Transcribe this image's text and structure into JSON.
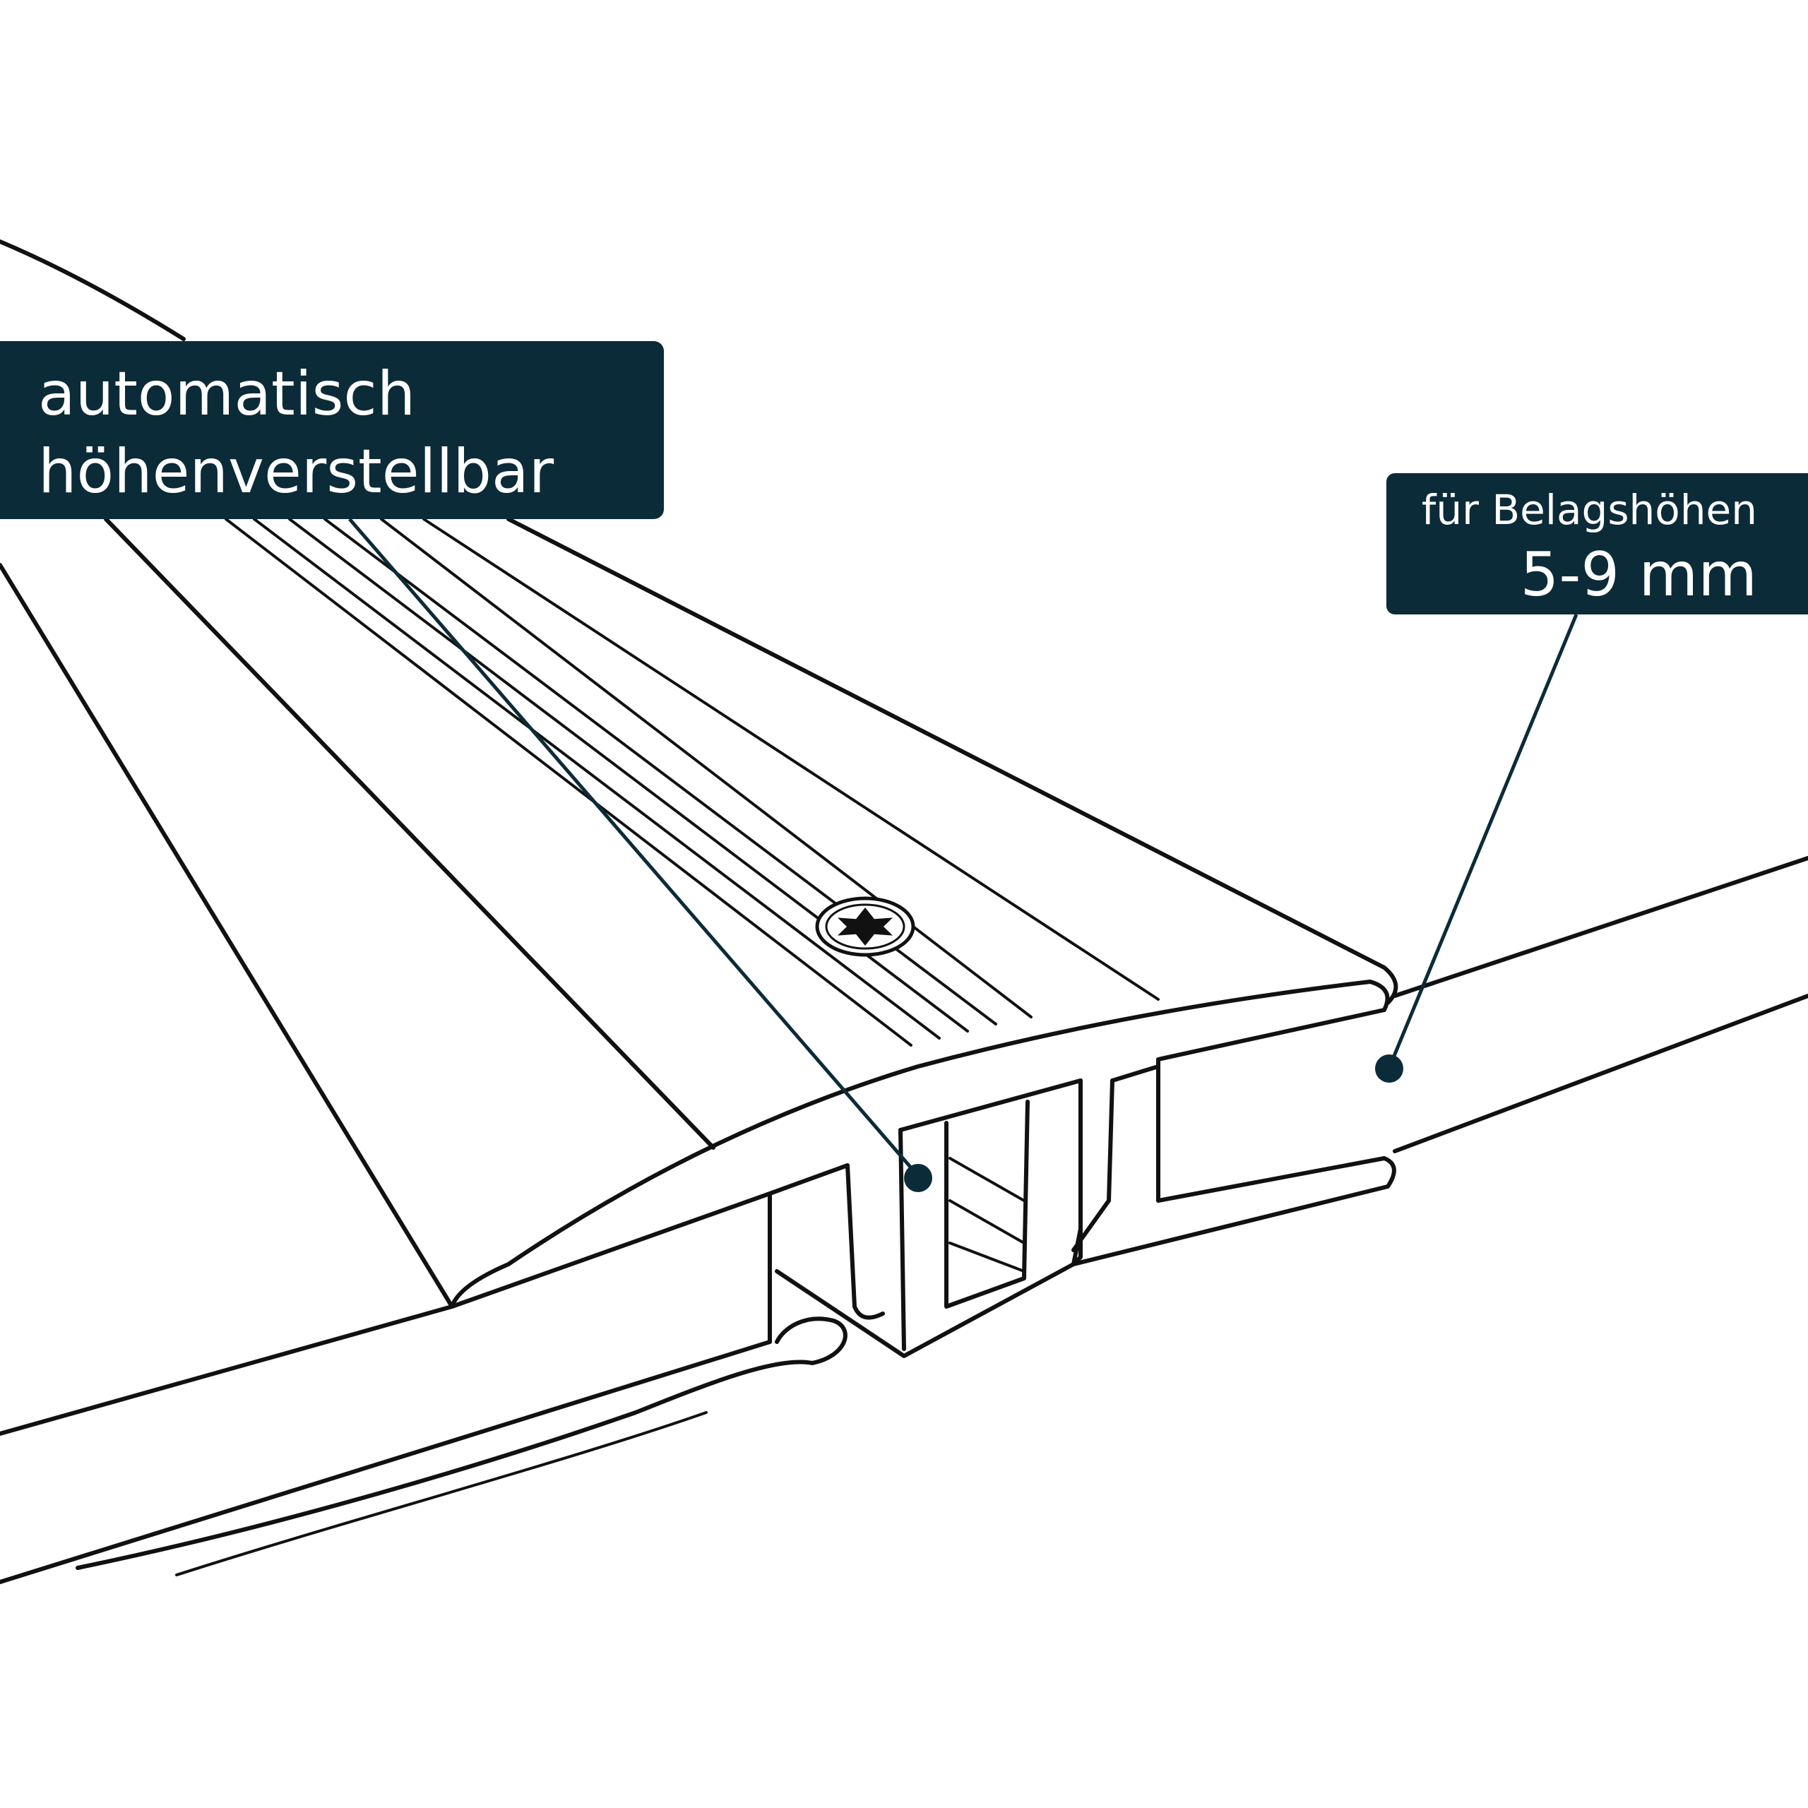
{
  "labels": {
    "left": {
      "line1": "automatisch",
      "line2": "höhenverstellbar"
    },
    "right": {
      "line1": "für Belagshöhen",
      "line2": "5-9 mm"
    }
  },
  "colors": {
    "label_background": "#0c2b38",
    "label_text": "#ffffff",
    "line_art": "#111111",
    "background": "#ffffff"
  },
  "icons": {
    "screw": "torx-screw-icon"
  }
}
